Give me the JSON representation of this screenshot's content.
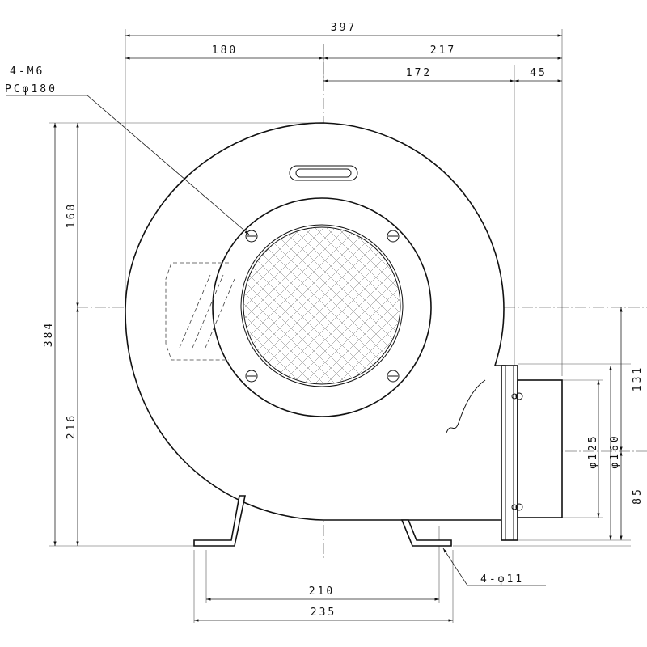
{
  "dimensions": {
    "overall_width": "397",
    "left_to_center": "180",
    "center_to_right": "217",
    "center_to_flange": "172",
    "flange_to_right": "45",
    "overall_height": "384",
    "top_to_center": "168",
    "center_to_base": "216",
    "outlet_top": "131",
    "outlet_bottom": "85",
    "outlet_inner_dia": "φ125",
    "outlet_outer_dia": "φ160",
    "foot_inner": "210",
    "foot_outer": "235"
  },
  "callouts": {
    "inlet_screws": "4-M6",
    "inlet_pcd": "PCφ180",
    "foot_holes": "4-φ11"
  }
}
